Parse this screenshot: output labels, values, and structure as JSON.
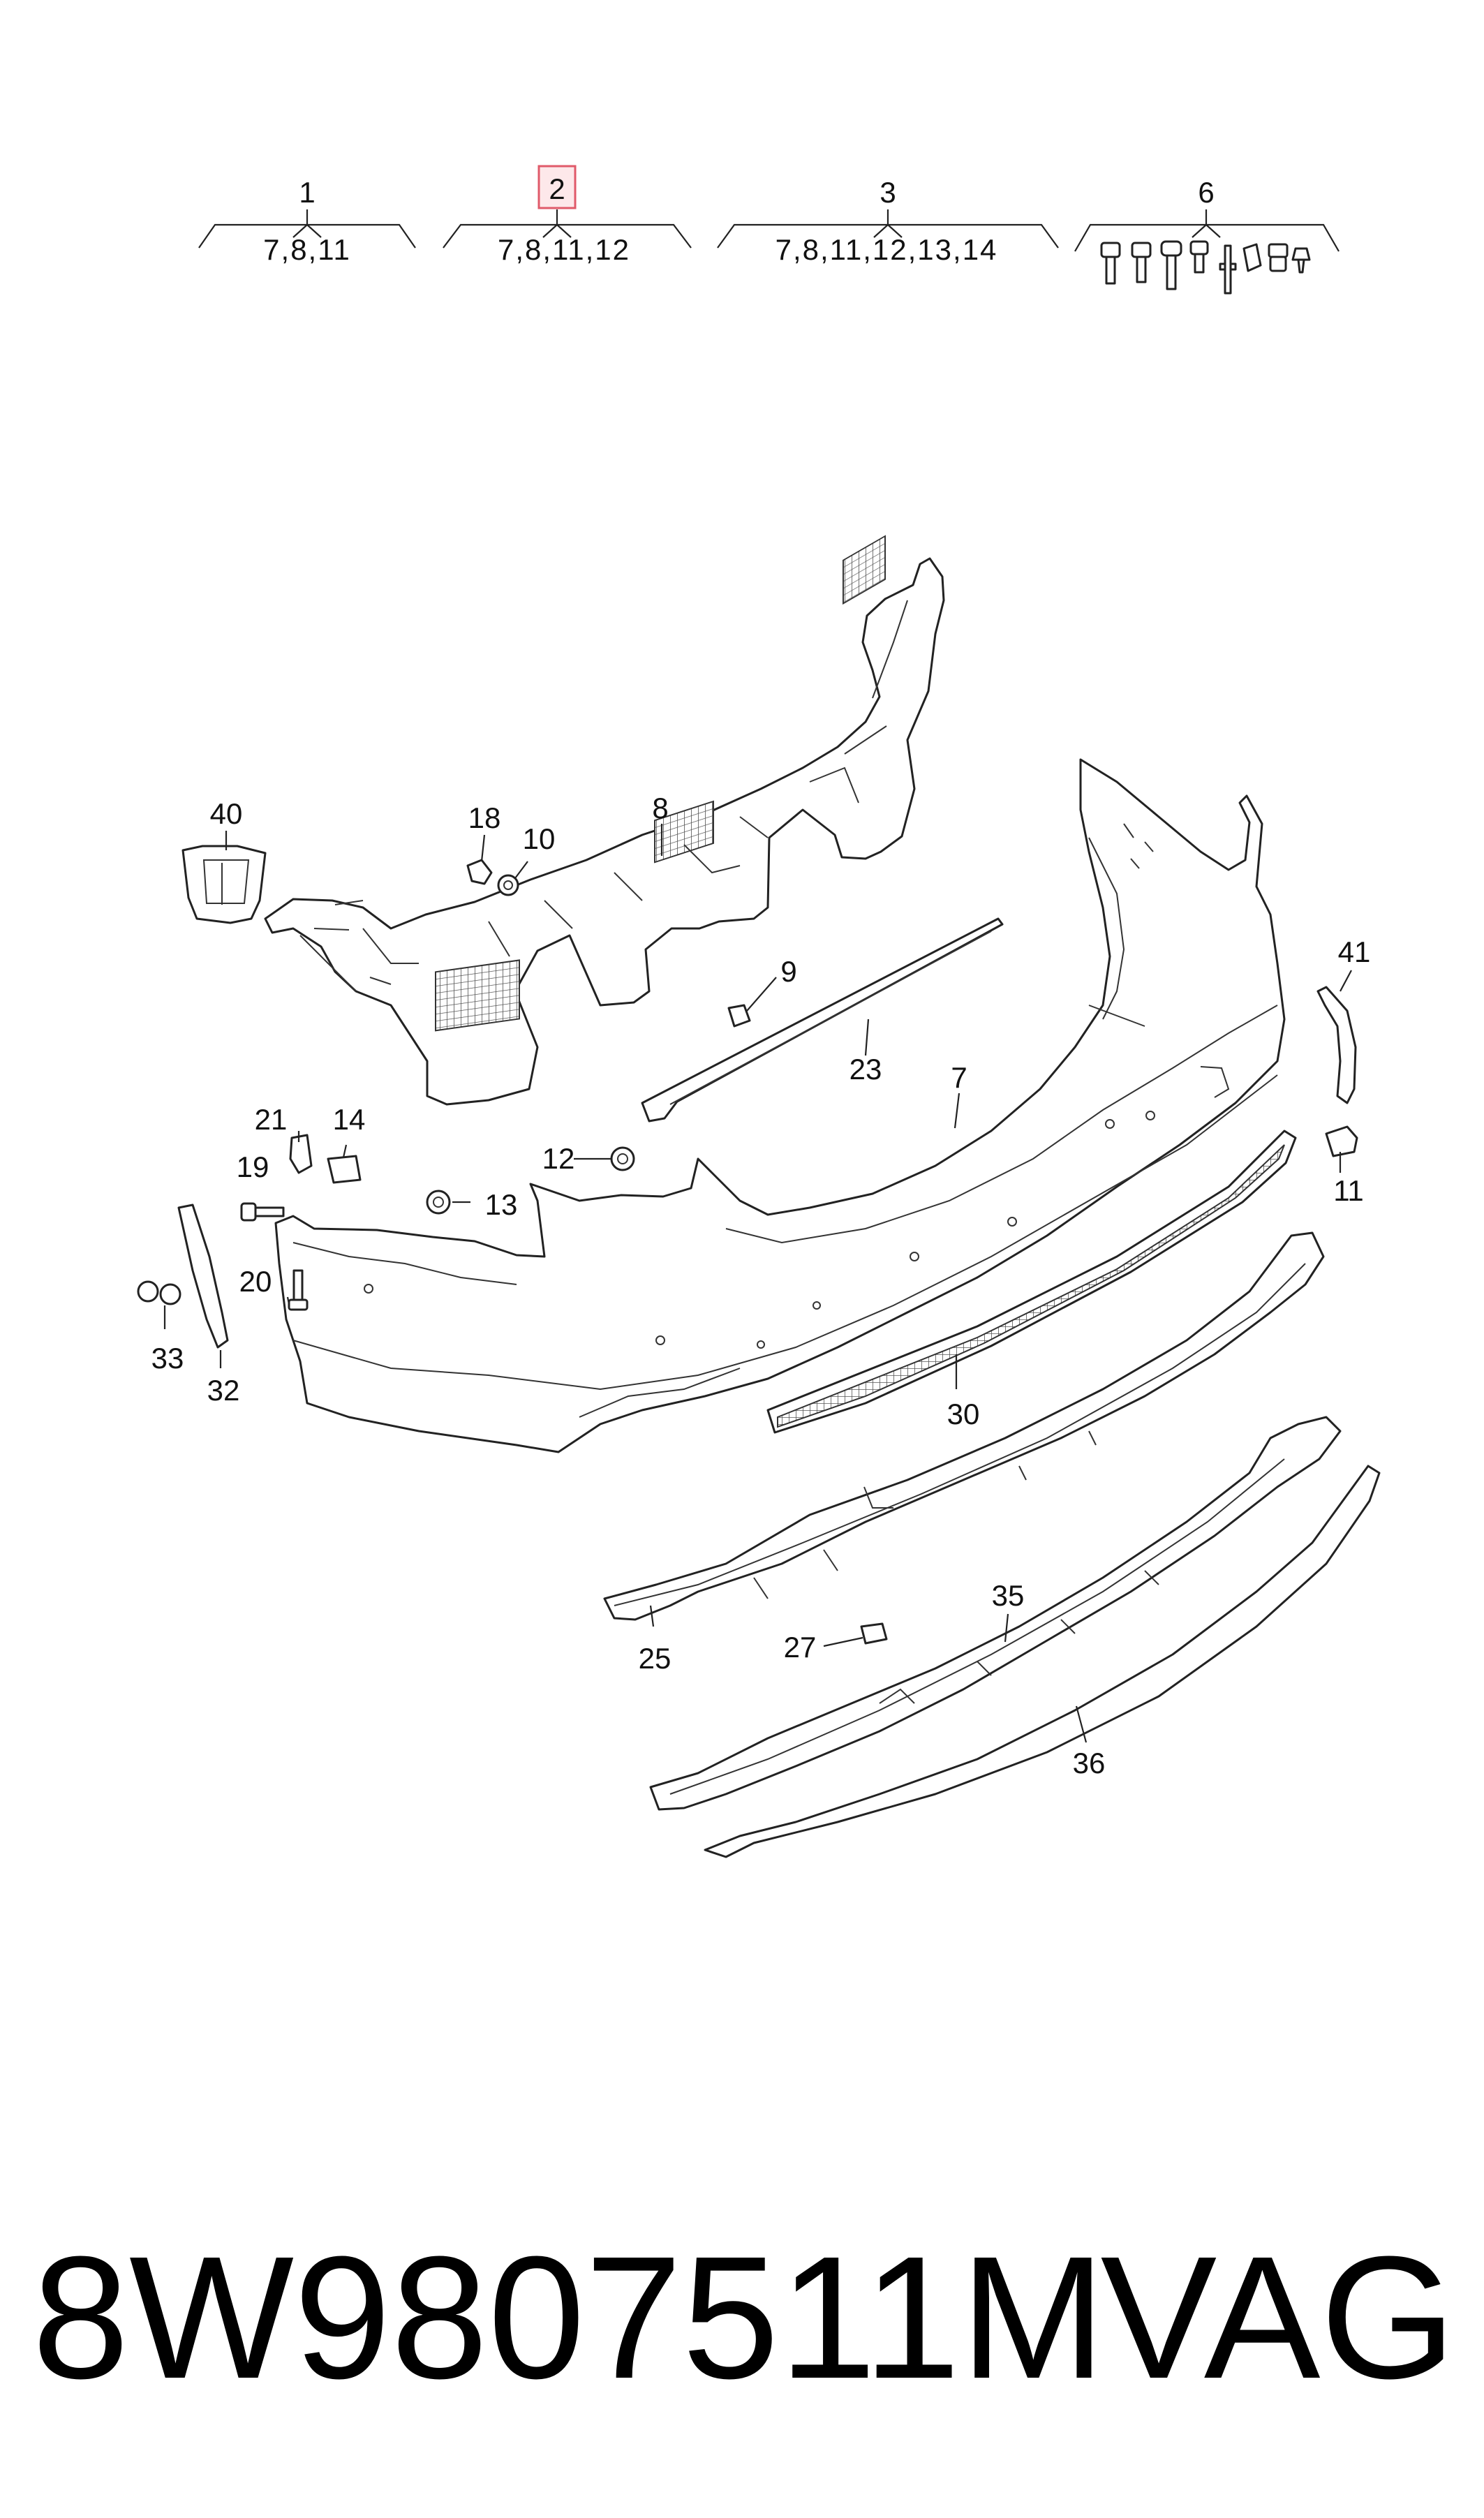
{
  "header_groups": [
    {
      "num": "1",
      "sub": "7,8,11",
      "highlight": false
    },
    {
      "num": "2",
      "sub": "7,8,11,12",
      "highlight": true
    },
    {
      "num": "3",
      "sub": "7,8,11,12,13,14",
      "highlight": false
    },
    {
      "num": "6",
      "sub": "",
      "highlight": false
    }
  ],
  "callouts": [
    "40",
    "18",
    "10",
    "8",
    "9",
    "23",
    "7",
    "41",
    "11",
    "21",
    "14",
    "19",
    "12",
    "13",
    "20",
    "33",
    "32",
    "30",
    "25",
    "27",
    "35",
    "36"
  ],
  "footer": {
    "part_number": "8W9807511M",
    "brand": "VAG"
  },
  "colors": {
    "highlight_border": "#e05a6a",
    "highlight_fill": "#fde8ea",
    "line": "#222222"
  }
}
